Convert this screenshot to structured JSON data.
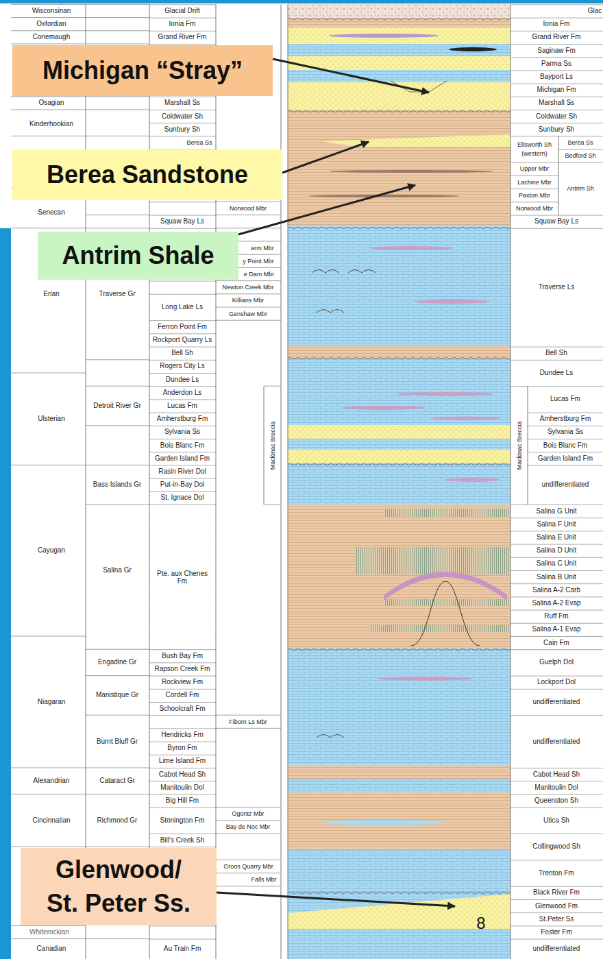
{
  "diagram": {
    "nodes": [
      {
        "text": [
          "Michigan “Stray”"
        ]
      },
      {
        "text": [
          "Berea Sandstone"
        ]
      },
      {
        "text": [
          "Antrim Shale"
        ]
      },
      {
        "text": [
          "Glenwood/ St. Peter Ss."
        ]
      }
    ],
    "labels": [
      "Wisconsinan",
      "Glacial Drift",
      "Oxfordian",
      "Ionia Fm",
      "Conemaugh",
      "Grand River Fm",
      "Osagian",
      "Marshall Ss",
      "Coldwater Sh",
      "Kinderhookian",
      "Sunbury Sh",
      "Berea Ss",
      "Norwood Mbr",
      "Senecan",
      "Squaw Bay Ls",
      "arm Mbr",
      "y Point Mbr",
      "e Dam Mbr",
      "Newton Creek Mbr",
      "Erian",
      "Traverse Gr",
      "Killians Mbr",
      "Long Lake Ls",
      "Genshaw Mbr",
      "Ferron Point Fm",
      "Rockport Quarry Ls",
      "Bell Sh",
      "Rogers City Ls",
      "Dundee Ls",
      "Anderdon Ls",
      "Lucas Fm",
      "Detroit River Gr",
      "Amherstburg Fm",
      "Ulsterian",
      "Sylvania Ss",
      "Bois Blanc Fm",
      "Garden Island Fm",
      "Mackinac Breccia",
      "Rasin River Dol",
      "Bass Islands Gr",
      "Put-in-Bay Dol",
      "St. Ignace Dol",
      "Cayugan",
      "Salina Gr",
      "Pte. aux Chenes Fm",
      "Bush Bay Fm",
      "Engadine Gr",
      "Rapson Creek Fm",
      "Rockview Fm",
      "Cordell Fm",
      "Manistique Gr",
      "Niagaran",
      "Schoolcraft Fm",
      "Fiborn Ls Mbr",
      "Hendricks Fm",
      "Burnt Bluff Gr",
      "Byron Fm",
      "Lime Island Fm",
      "Cabot Head Sh",
      "Alexandrian",
      "Cataract Gr",
      "Manitoulin Dol",
      "Big Hill Fm",
      "Ogontz Mbr",
      "Cincinnatian",
      "Richmond Gr",
      "Stonington Fm",
      "Bay de Noc Mbr",
      "Bill's Creek Sh",
      "Groos Quarry Mbr",
      "Falls Mbr",
      "Whiterockian",
      "Canadian",
      "Au Train Fm",
      "Glac",
      "Ionia Fm",
      "Grand River Fm",
      "Saginaw Fm",
      "Parma Ss",
      "Bayport Ls",
      "Michigan Fm",
      "Marshall Ss",
      "Coldwater Sh",
      "Sunbury Sh",
      "Ellsworth Sh",
      "Berea Ss",
      "(western)",
      "Bedford Sh",
      "Upper Mbr",
      "Lachine Mbr",
      "Antrim Sh",
      "Paxton Mbr",
      "Norwood Mbr",
      "Squaw Bay Ls",
      "Traverse Ls",
      "Bell Sh",
      "Dundee Ls",
      "Mackinac Breccia",
      "Lucas Fm",
      "Amherstburg Fm",
      "Sylvania Ss",
      "Bois Blanc Fm",
      "Garden Island Fm",
      "undifferentiated",
      "Salina G Unit",
      "Salina F Unit",
      "Salina E Unit",
      "Salina D Unit",
      "Salina C Unit",
      "Salina B Unit",
      "Salina A-2 Carb",
      "Salina A-2 Evap",
      "Ruff Fm",
      "Salina A-1 Evap",
      "Cain Fm",
      "Guelph Dol",
      "Lockport Dol",
      "undifferentiated",
      "undifferentiated",
      "Cabot Head Sh",
      "Manitoulin Dol",
      "Queenston Sh",
      "Utica Sh",
      "Collingwood Sh",
      "Trenton Fm",
      "Black River Fm",
      "Glenwood Fm",
      "St.Peter Ss",
      "Foster Fm",
      "undifferentiated",
      "8"
    ]
  }
}
